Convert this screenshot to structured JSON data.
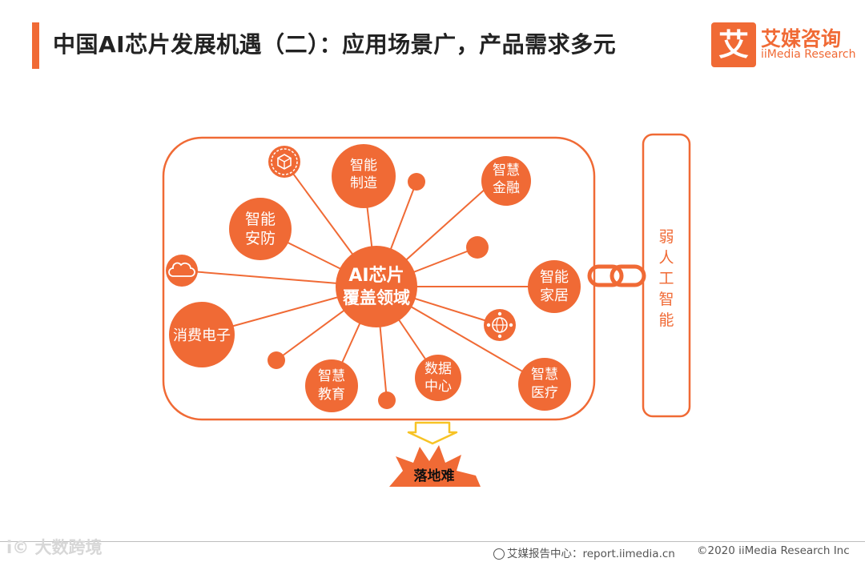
{
  "header": {
    "title": "中国AI芯片发展机遇（二）：应用场景广，产品需求多元"
  },
  "logo": {
    "mark": "艾",
    "name_cn": "艾媒咨询",
    "name_en": "iiMedia Research"
  },
  "diagram": {
    "center": [
      "AI芯片",
      "覆盖领域"
    ],
    "nodes": [
      {
        "id": "manufacturing",
        "lines": [
          "智能",
          "制造"
        ]
      },
      {
        "id": "finance",
        "lines": [
          "智慧",
          "金融"
        ]
      },
      {
        "id": "security",
        "lines": [
          "智能",
          "安防"
        ]
      },
      {
        "id": "home",
        "lines": [
          "智能",
          "家居"
        ]
      },
      {
        "id": "consumer",
        "lines": [
          "消费电子"
        ]
      },
      {
        "id": "education",
        "lines": [
          "智慧",
          "教育"
        ]
      },
      {
        "id": "datacenter",
        "lines": [
          "数据",
          "中心"
        ]
      },
      {
        "id": "medical",
        "lines": [
          "智慧",
          "医疗"
        ]
      }
    ],
    "side_box": "弱人工智能",
    "bottom": "落地难"
  },
  "footer": {
    "watermark": "i© 大数跨境",
    "source": "艾媒报告中心：report.iimedia.cn",
    "copyright": "©2020  iiMedia Research  Inc"
  },
  "colors": {
    "accent": "#F06A35",
    "arrow": "#F7C325"
  }
}
